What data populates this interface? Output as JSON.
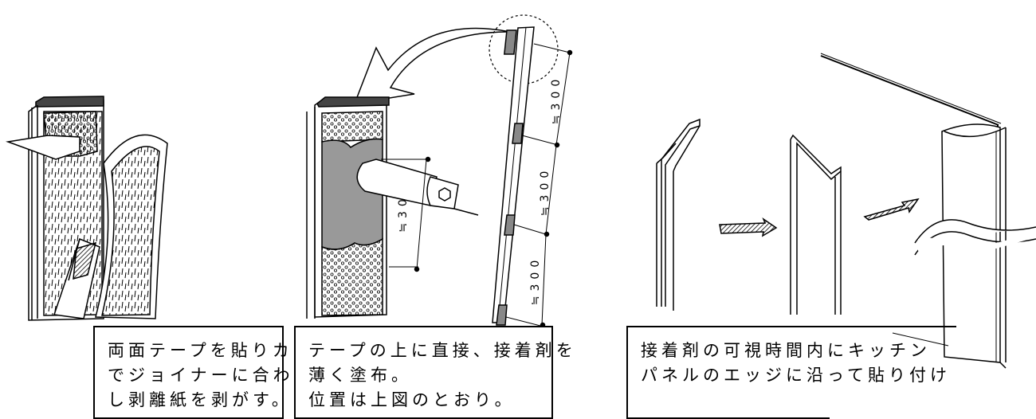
{
  "steps": [
    {
      "lines": [
        "両面テープを貼りカッターで",
        "でジョイナーに合わせて切断",
        "し剥離紙を剥がす。"
      ]
    },
    {
      "lines": [
        "テープの上に直接、接着剤を",
        "薄く塗布。",
        "位置は上図のとおり。"
      ]
    },
    {
      "lines": [
        "接着剤の可視時間内にキッチン",
        "パネルのエッジに沿って貼り付け"
      ]
    }
  ],
  "dimensions": {
    "blob_spacing": "≒30",
    "rail_spacing_1": "≒300",
    "rail_spacing_2": "≒300",
    "rail_spacing_3": "≒300"
  }
}
